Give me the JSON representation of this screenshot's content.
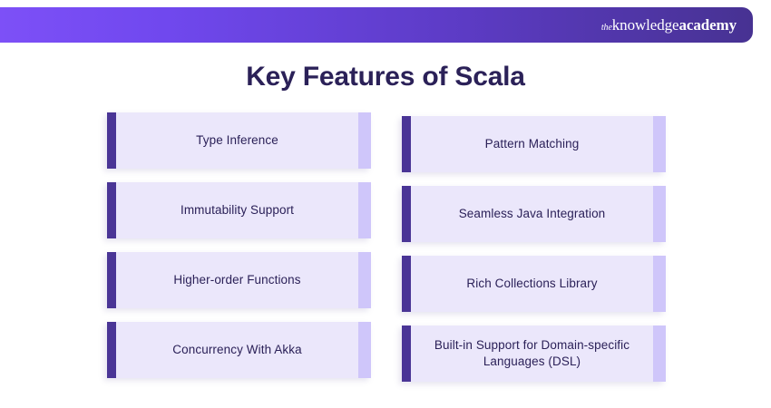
{
  "header": {
    "logo": {
      "prefix": "the",
      "word1": "knowledge",
      "word2": "academy"
    },
    "colors": {
      "gradient_start": "#7d50f7",
      "gradient_end": "#473292"
    }
  },
  "title": "Key Features of Scala",
  "colors": {
    "title_text": "#2b2158",
    "card_background": "#ebe7fb",
    "card_accent_left": "#4a3596",
    "card_accent_right": "#cfc6fa",
    "card_text": "#2b2158",
    "page_background": "#ffffff"
  },
  "features": {
    "left_column": [
      {
        "label": "Type Inference"
      },
      {
        "label": "Immutability Support"
      },
      {
        "label": "Higher-order Functions"
      },
      {
        "label": "Concurrency With Akka"
      }
    ],
    "right_column": [
      {
        "label": "Pattern Matching"
      },
      {
        "label": "Seamless Java Integration"
      },
      {
        "label": "Rich Collections Library"
      },
      {
        "label": "Built-in Support for Domain-specific Languages (DSL)"
      }
    ]
  }
}
